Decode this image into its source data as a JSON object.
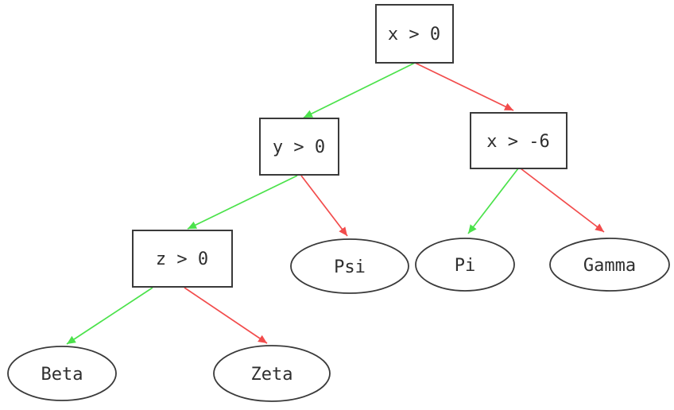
{
  "diagram": {
    "type": "decision-tree",
    "background": "#ffffff",
    "colors": {
      "true_branch": "#4be24b",
      "false_branch": "#f24c4c",
      "node_border": "#3a3a3a",
      "node_fill": "#ffffff",
      "text": "#2e2e2e"
    },
    "nodes": {
      "root": {
        "label": "x > 0",
        "shape": "rect"
      },
      "y_gt_0": {
        "label": "y > 0",
        "shape": "rect"
      },
      "x_gt_neg6": {
        "label": "x > -6",
        "shape": "rect"
      },
      "z_gt_0": {
        "label": "z > 0",
        "shape": "rect"
      },
      "psi": {
        "label": "Psi",
        "shape": "ellipse"
      },
      "pi": {
        "label": "Pi",
        "shape": "ellipse"
      },
      "gamma": {
        "label": "Gamma",
        "shape": "ellipse"
      },
      "beta": {
        "label": "Beta",
        "shape": "ellipse"
      },
      "zeta": {
        "label": "Zeta",
        "shape": "ellipse"
      }
    },
    "edges": [
      {
        "from": "x > 0",
        "to": "y > 0",
        "branch": "true",
        "color": "#4be24b"
      },
      {
        "from": "x > 0",
        "to": "x > -6",
        "branch": "false",
        "color": "#f24c4c"
      },
      {
        "from": "y > 0",
        "to": "z > 0",
        "branch": "true",
        "color": "#4be24b"
      },
      {
        "from": "y > 0",
        "to": "Psi",
        "branch": "false",
        "color": "#f24c4c"
      },
      {
        "from": "x > -6",
        "to": "Pi",
        "branch": "true",
        "color": "#4be24b"
      },
      {
        "from": "x > -6",
        "to": "Gamma",
        "branch": "false",
        "color": "#f24c4c"
      },
      {
        "from": "z > 0",
        "to": "Beta",
        "branch": "true",
        "color": "#4be24b"
      },
      {
        "from": "z > 0",
        "to": "Zeta",
        "branch": "false",
        "color": "#f24c4c"
      }
    ]
  }
}
